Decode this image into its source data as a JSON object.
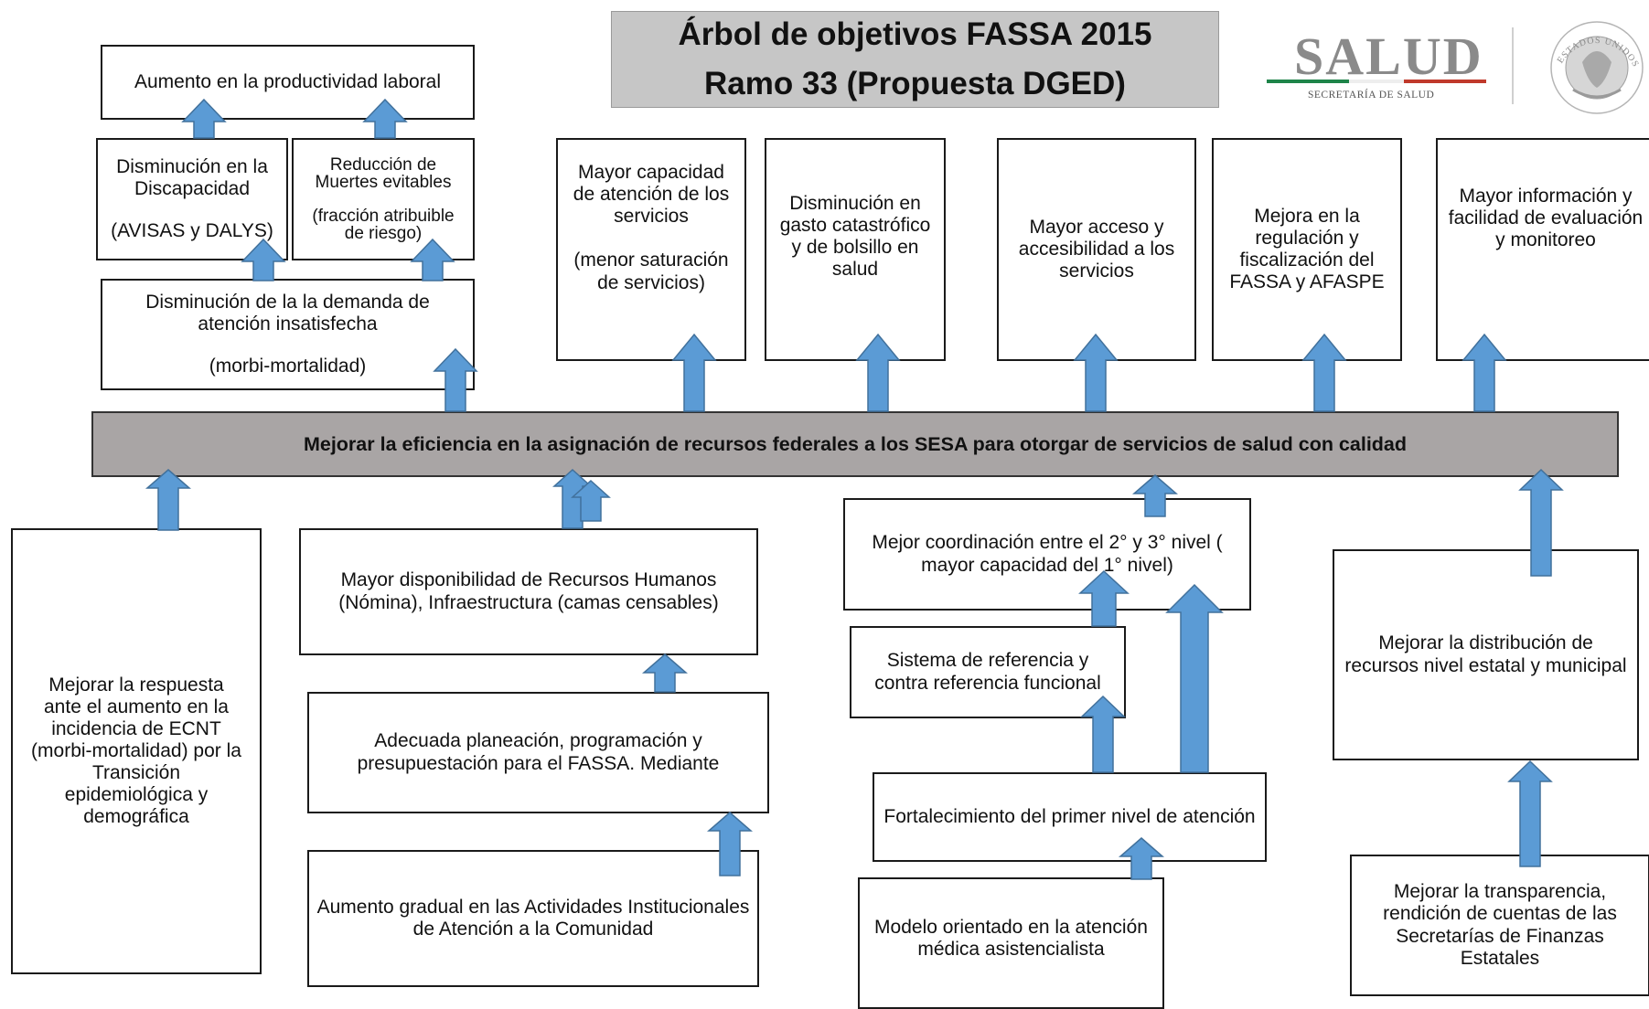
{
  "title": {
    "line1": "Árbol de objetivos FASSA 2015",
    "line2": "Ramo 33 (Propuesta DGED)"
  },
  "logo": {
    "word": "SALUD",
    "subtitle": "SECRETARÍA DE SALUD",
    "seal_text": "ESTADOS UNIDOS MEXICANOS",
    "rule_colors": [
      "#1e8449",
      "#ffffff",
      "#c0392b"
    ]
  },
  "central": "Mejorar la eficiencia en la asignación de recursos federales a los SESA para otorgar de servicios de salud con calidad",
  "ends": {
    "productividad": "Aumento en la productividad laboral",
    "discapacidad": {
      "line1": "Disminución en la Discapacidad",
      "line2": "(AVISAS y DALYS)"
    },
    "muertes": {
      "line1": "Reducción de Muertes evitables",
      "line2": "(fracción atribuible de riesgo)"
    },
    "demanda": {
      "line1": "Disminución de la la demanda de atención insatisfecha",
      "line2": "(morbi-mortalidad)"
    },
    "capacidad": {
      "line1": "Mayor capacidad de atención de los servicios",
      "line2": "(menor saturación de servicios)"
    },
    "gasto": "Disminución en gasto catastrófico y de bolsillo en salud",
    "acceso": "Mayor acceso y accesibilidad a los servicios",
    "regulacion": "Mejora en la regulación y fiscalización del FASSA y AFASPE",
    "informacion": "Mayor información y facilidad de evaluación y monitoreo"
  },
  "means": {
    "ecnt": "Mejorar la respuesta ante el aumento en la incidencia de ECNT (morbi-mortalidad) por la Transición epidemiológica y demográfica",
    "rrhh": "Mayor disponibilidad de Recursos Humanos (Nómina), Infraestructura (camas censables)",
    "planeacion": "Adecuada planeación, programación y presupuestación para el FASSA. Mediante",
    "actividades": "Aumento gradual en las Actividades Institucionales de Atención a la Comunidad",
    "coordinacion": "Mejor coordinación entre el 2° y 3° nivel ( mayor capacidad del  1° nivel)",
    "referencia": "Sistema de referencia y contra referencia funcional",
    "primer_nivel": "Fortalecimiento del primer nivel de atención",
    "modelo": "Modelo orientado en la atención médica asistencialista",
    "distribucion": "Mejorar la distribución de recursos nivel estatal y municipal",
    "transparencia": "Mejorar la transparencia, rendición de cuentas de las Secretarías de Finanzas Estatales"
  },
  "colors": {
    "arrow_fill": "#5b9bd5",
    "arrow_stroke": "#41719c",
    "central_bg": "#a9a5a5",
    "title_bg": "#c6c6c6"
  }
}
